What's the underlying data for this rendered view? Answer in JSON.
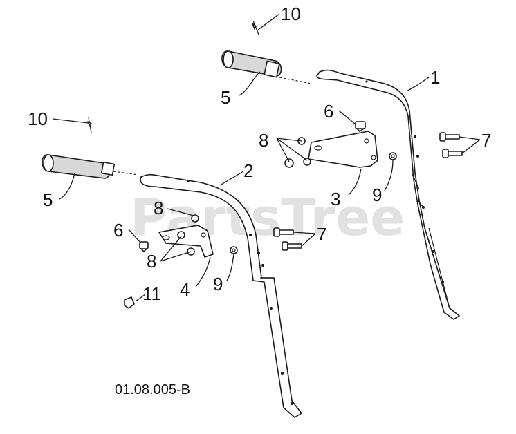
{
  "watermark": "PartsTree",
  "figure_code": "01.08.005-B",
  "callouts": {
    "c1": "1",
    "c2": "2",
    "c3": "3",
    "c4": "4",
    "c5a": "5",
    "c5b": "5",
    "c6a": "6",
    "c6b": "6",
    "c7a": "7",
    "c7b": "7",
    "c8a": "8",
    "c8b": "8",
    "c8c": "8",
    "c9a": "9",
    "c9b": "9",
    "c10a": "10",
    "c10b": "10",
    "c11": "11"
  }
}
